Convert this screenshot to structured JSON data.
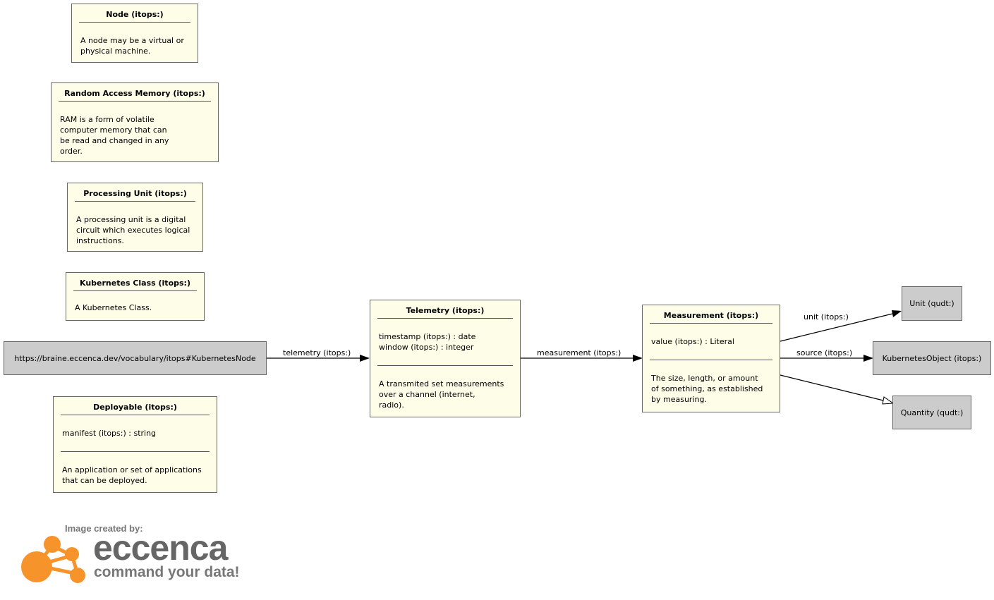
{
  "classes": {
    "node": {
      "title": "Node (itops:)",
      "description": "A node may be a virtual or\nphysical machine."
    },
    "ram": {
      "title": "Random Access Memory (itops:)",
      "description": "RAM is a form of volatile\ncomputer memory that can\nbe read and changed in any\norder."
    },
    "processing_unit": {
      "title": "Processing Unit (itops:)",
      "description": "A processing unit is a digital\ncircuit which executes logical\ninstructions."
    },
    "kubernetes_class": {
      "title": "Kubernetes Class (itops:)",
      "description": "A Kubernetes Class."
    },
    "deployable": {
      "title": "Deployable (itops:)",
      "attributes": [
        "manifest (itops:) : string"
      ],
      "description": "An application or set of applications\nthat can be deployed."
    },
    "telemetry": {
      "title": "Telemetry (itops:)",
      "attributes": [
        "timestamp (itops:) : date",
        "window (itops:) : integer"
      ],
      "description": "A transmited set measurements\nover a channel (internet,\nradio)."
    },
    "measurement": {
      "title": "Measurement (itops:)",
      "attributes": [
        "value (itops:) : Literal"
      ],
      "description": "The size, length, or amount\nof something, as established\nby measuring."
    }
  },
  "external_nodes": {
    "kubernetes_node": "https://braine.eccenca.dev/vocabulary/itops#KubernetesNode",
    "unit": "Unit (qudt:)",
    "kubernetes_object": "KubernetesObject (itops:)",
    "quantity": "Quantity (qudt:)"
  },
  "edges": {
    "telemetry": "telemetry (itops:)",
    "measurement": "measurement (itops:)",
    "unit": "unit (itops:)",
    "source": "source (itops:)"
  },
  "logo": {
    "caption": "Image created by:",
    "brand": "eccenca",
    "tagline": "command your data!",
    "color": "#f7932b"
  }
}
